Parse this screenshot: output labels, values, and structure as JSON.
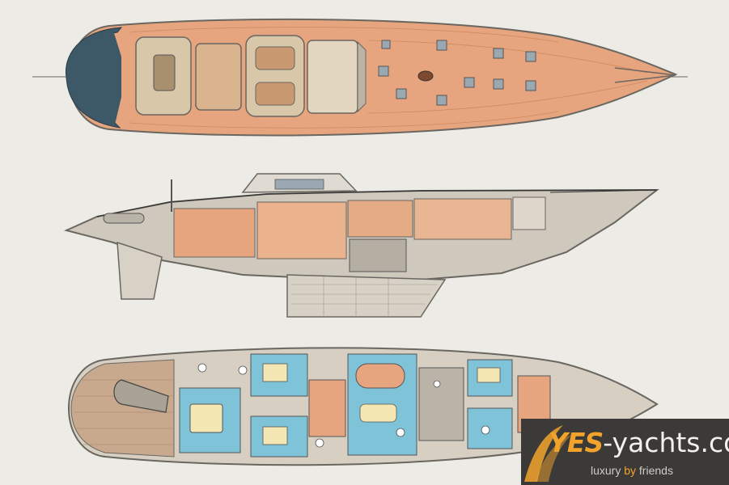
{
  "colors": {
    "background": "#ecebe6",
    "teak": "#e6a57e",
    "teak_dark": "#c9774a",
    "hull_outline": "#6a6660",
    "steel": "#8e8a84",
    "stern_cap": "#3d5866",
    "cabin_blue": "#7ec3d8",
    "cabin_floor": "#dcd4c4",
    "brand_bg": "#3c3a38",
    "brand_accent": "#f2a32b",
    "brand_text": "#f3f1ec"
  },
  "views": [
    {
      "id": "deck-plan"
    },
    {
      "id": "profile-section"
    },
    {
      "id": "accommodation-plan"
    }
  ],
  "brand": {
    "logo_yes": "YES",
    "logo_rest": "-yachts.com",
    "tagline_a": "luxury ",
    "tagline_b": "by",
    "tagline_c": " friends"
  }
}
